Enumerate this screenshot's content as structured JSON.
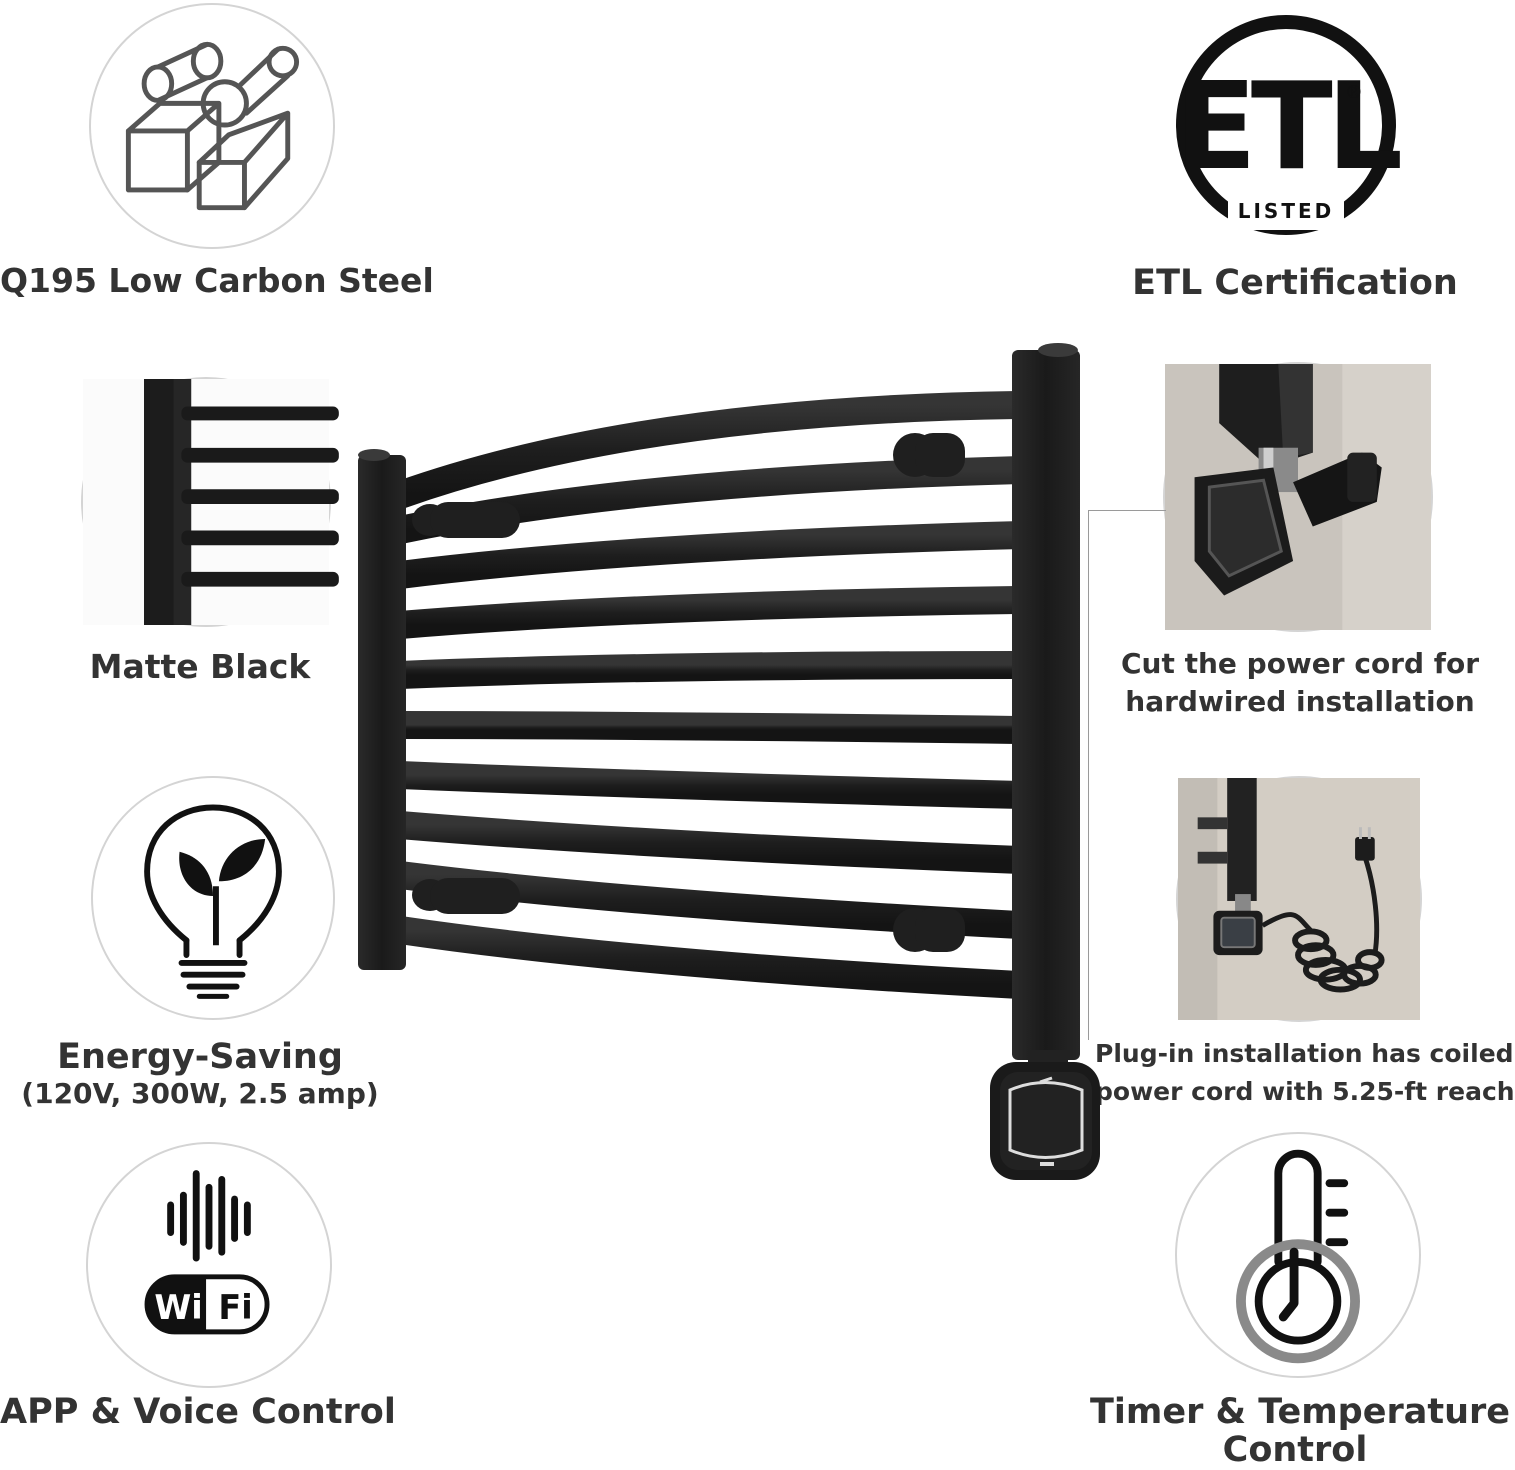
{
  "features": {
    "material": {
      "label": "Q195 Low Carbon Steel",
      "icon": "steel-bars-icon"
    },
    "certification": {
      "label": "ETL Certification",
      "logo_text": "ETL",
      "logo_sub": "LISTED",
      "logo_mark": "®",
      "icon": "etl-listed-logo"
    },
    "finish": {
      "label": "Matte Black",
      "icon": "rail-closeup-photo"
    },
    "hardwired": {
      "label_line1": "Cut the power cord for",
      "label_line2": "hardwired installation",
      "icon": "heater-plug-closeup-photo"
    },
    "energy": {
      "label": "Energy-Saving",
      "sublabel": "(120V, 300W, 2.5 amp)",
      "icon": "leaf-bulb-icon"
    },
    "plugin": {
      "label_line1": "Plug-in installation has coiled",
      "label_line2": "power cord with 5.25-ft reach",
      "icon": "coiled-cord-photo"
    },
    "app": {
      "label": "APP & Voice Control",
      "wifi_text_1": "Wi",
      "wifi_text_2": "Fi",
      "icon": "wifi-voice-icon"
    },
    "timer": {
      "label_line1": "Timer & Temperature",
      "label_line2": "Control",
      "icon": "thermometer-clock-icon"
    }
  },
  "product": {
    "name": "curved-towel-warmer",
    "color": "#222222",
    "bars": 10
  },
  "colors": {
    "text": "#333333",
    "circle_border": "#d4d4d4",
    "product": "#1f1f1f"
  }
}
